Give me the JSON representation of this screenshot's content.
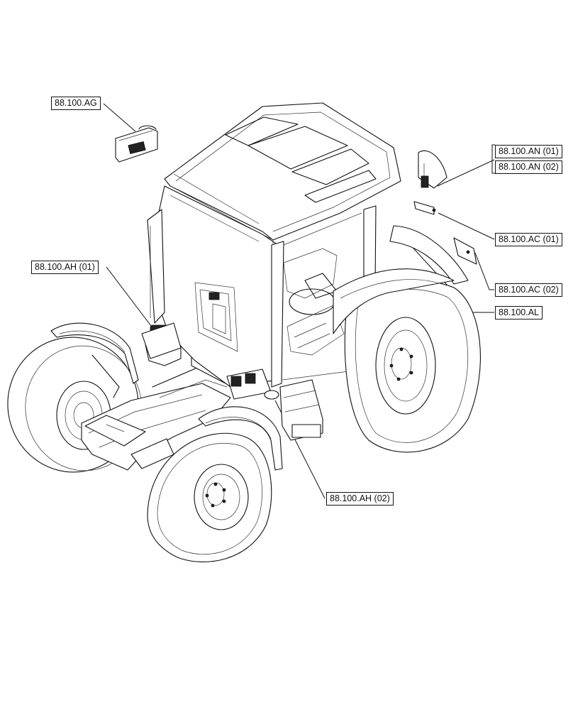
{
  "callouts": {
    "ag": "88.100.AG",
    "an01": "88.100.AN (01)",
    "an02": "88.100.AN (02)",
    "ac01": "88.100.AC (01)",
    "ah01": "88.100.AH (01)",
    "ac02": "88.100.AC (02)",
    "al": "88.100.AL",
    "ah02": "88.100.AH (02)"
  }
}
